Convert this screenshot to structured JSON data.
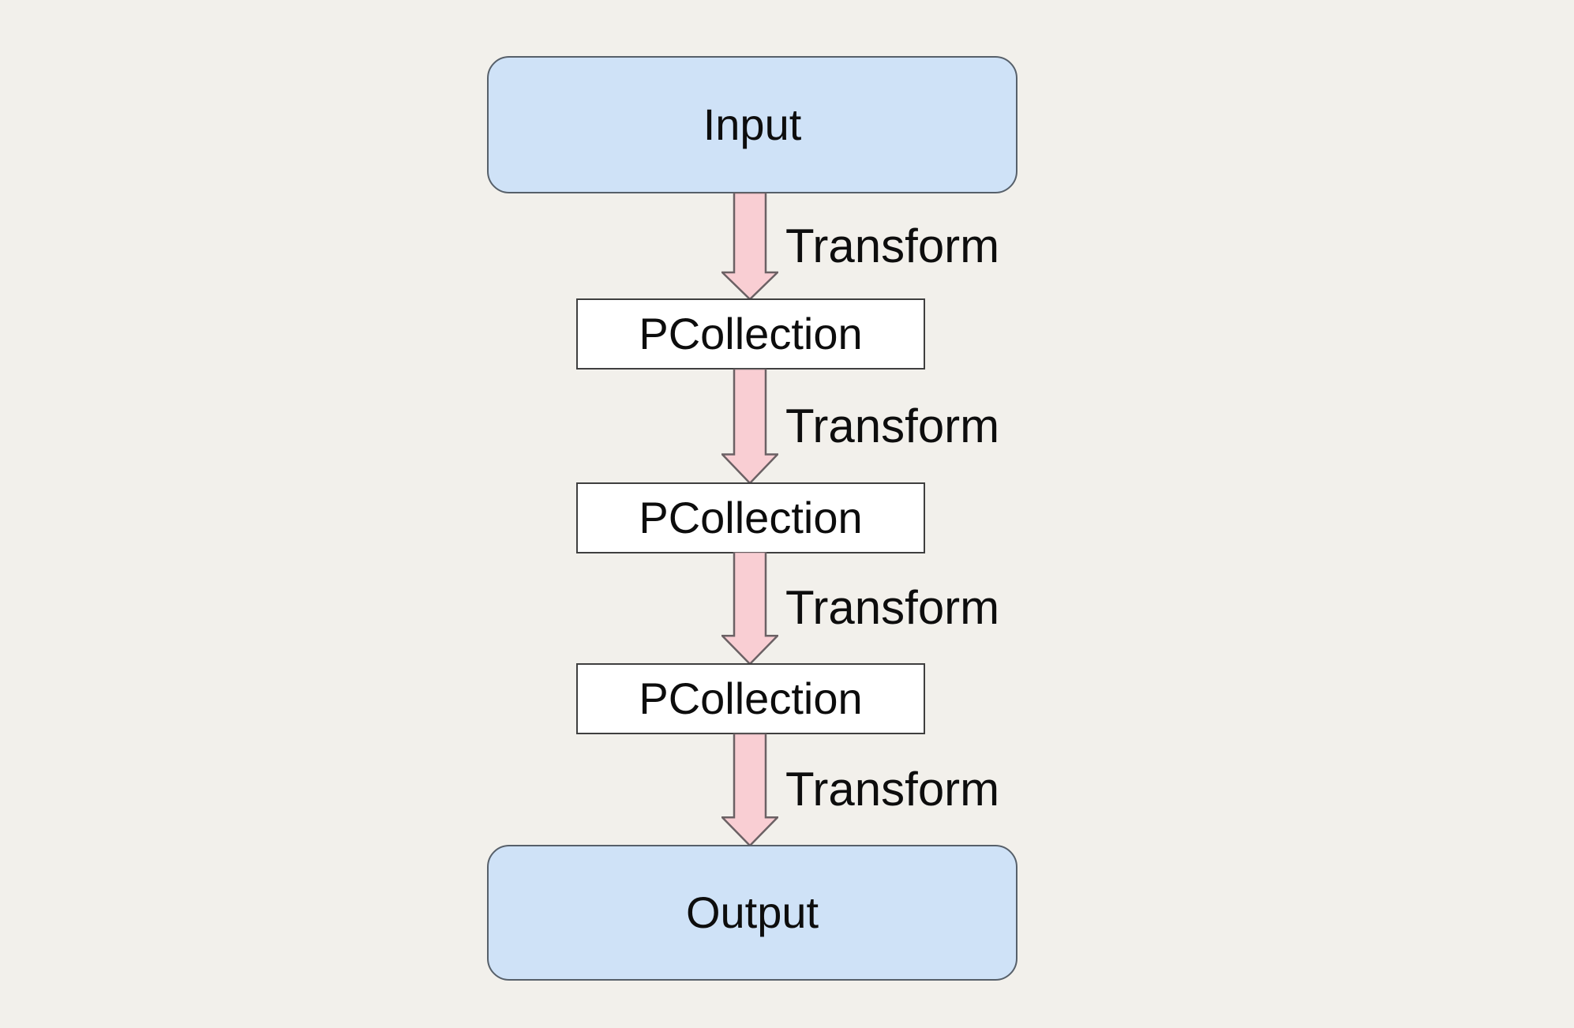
{
  "diagram": {
    "type": "flowchart",
    "direction": "top-down",
    "background_color": "#f2f0eb",
    "colors": {
      "background": "#f2f0eb",
      "terminal_fill": "#cfe2f7",
      "terminal_border": "#57606a",
      "process_fill": "#ffffff",
      "process_border": "#3f3f3f",
      "arrow_fill": "#f9ced3",
      "arrow_border": "#6b6164",
      "label_text": "#0d0d0d"
    },
    "nodes": [
      {
        "id": "input",
        "type": "terminal",
        "label": "Input"
      },
      {
        "id": "pcollection-1",
        "type": "process",
        "label": "PCollection"
      },
      {
        "id": "pcollection-2",
        "type": "process",
        "label": "PCollection"
      },
      {
        "id": "pcollection-3",
        "type": "process",
        "label": "PCollection"
      },
      {
        "id": "output",
        "type": "terminal",
        "label": "Output"
      }
    ],
    "edges": [
      {
        "from": "input",
        "to": "pcollection-1",
        "label": "Transform"
      },
      {
        "from": "pcollection-1",
        "to": "pcollection-2",
        "label": "Transform"
      },
      {
        "from": "pcollection-2",
        "to": "pcollection-3",
        "label": "Transform"
      },
      {
        "from": "pcollection-3",
        "to": "output",
        "label": "Transform"
      }
    ]
  }
}
